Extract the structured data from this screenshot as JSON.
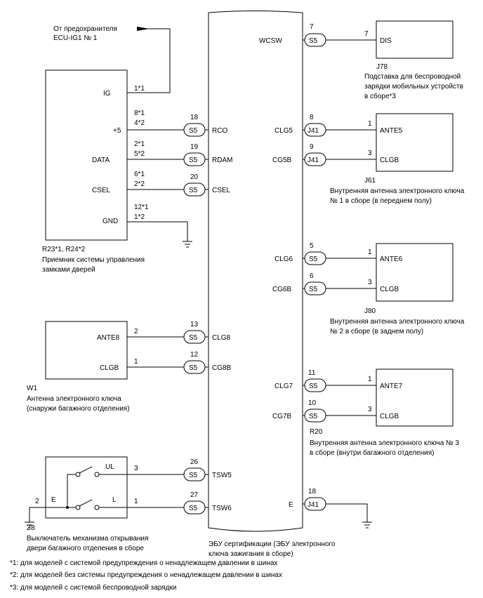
{
  "fuse_note": {
    "line1": "От предохранителя",
    "line2": "ECU-IG1 № 1"
  },
  "ecu": {
    "caption1": "ЭБУ сертификации (ЭБУ электронного",
    "caption2": "ключа зажигания в сборе)"
  },
  "receiver": {
    "id": "R23*1, R24*2",
    "name1": "Приемник системы управления",
    "name2": "замками дверей",
    "pins": [
      {
        "label": "IG",
        "num1": "1*1",
        "num2": ""
      },
      {
        "label": "+5",
        "num1": "8*1",
        "num2": "4*2"
      },
      {
        "label": "DATA",
        "num1": "2*1",
        "num2": "5*2"
      },
      {
        "label": "CSEL",
        "num1": "6*1",
        "num2": "2*2"
      },
      {
        "label": "GND",
        "num1": "12*1",
        "num2": "1*2"
      }
    ]
  },
  "ecu_left": [
    {
      "num": "18",
      "conn": "S5",
      "label": "RCO"
    },
    {
      "num": "19",
      "conn": "S5",
      "label": "RDAM"
    },
    {
      "num": "20",
      "conn": "S5",
      "label": "CSEL"
    },
    {
      "num": "13",
      "conn": "S5",
      "label": "CLG8"
    },
    {
      "num": "12",
      "conn": "S5",
      "label": "CG8B"
    },
    {
      "num": "26",
      "conn": "S5",
      "label": "TSW5"
    },
    {
      "num": "27",
      "conn": "S5",
      "label": "TSW6"
    }
  ],
  "ecu_right": [
    {
      "num": "7",
      "conn": "S5",
      "label": "WCSW"
    },
    {
      "num": "8",
      "conn": "J41",
      "label": "CLG5"
    },
    {
      "num": "9",
      "conn": "J41",
      "label": "CG5B"
    },
    {
      "num": "5",
      "conn": "S5",
      "label": "CLG6"
    },
    {
      "num": "6",
      "conn": "S5",
      "label": "CG6B"
    },
    {
      "num": "11",
      "conn": "S5",
      "label": "CLG7"
    },
    {
      "num": "10",
      "conn": "S5",
      "label": "CG7B"
    },
    {
      "num": "18",
      "conn": "J41",
      "label": "E"
    }
  ],
  "dis": {
    "num": "7",
    "label": "DIS",
    "id": "J78",
    "name1": "Подставка для беспроводной",
    "name2": "зарядки мобильных устройств",
    "name3": "в сборе*3"
  },
  "j61": {
    "id": "J61",
    "p1": "1",
    "l1": "ANTE5",
    "p2": "3",
    "l2": "CLGB",
    "name1": "Внутренняя антенна электронного ключа",
    "name2": "№ 1 в сборе (в переднем полу)"
  },
  "j80": {
    "id": "J80",
    "p1": "1",
    "l1": "ANTE6",
    "p2": "3",
    "l2": "CLGB",
    "name1": "Внутренняя антенна электронного ключа",
    "name2": "№ 2 в сборе (в заднем полу)"
  },
  "r20": {
    "id": "R20",
    "p1": "1",
    "l1": "ANTE7",
    "p2": "3",
    "l2": "CLGB",
    "name1": "Внутренняя антенна электронного ключа № 3",
    "name2": "в сборе (внутри багажного отделения)"
  },
  "w1": {
    "id": "W1",
    "p1": "2",
    "l1": "ANTE8",
    "p2": "1",
    "l2": "CLGB",
    "name1": "Антенна электронного ключа",
    "name2": "(снаружи багажного отделения)"
  },
  "z8": {
    "id": "Z8",
    "ul": "UL",
    "l": "L",
    "e": "E",
    "p_ul": "3",
    "p_l": "1",
    "p_e": "2",
    "name1": "Выключатель механизма открывания",
    "name2": "двери багажного отделения в сборе"
  },
  "footnotes": [
    "*1: для моделей с системой предупреждения о ненадлежащем давлении в шинах",
    "*2: для моделей без системы предупреждения о ненадлежащем давлении в шинах",
    "*3: для моделей с системой беспроводной зарядки"
  ]
}
